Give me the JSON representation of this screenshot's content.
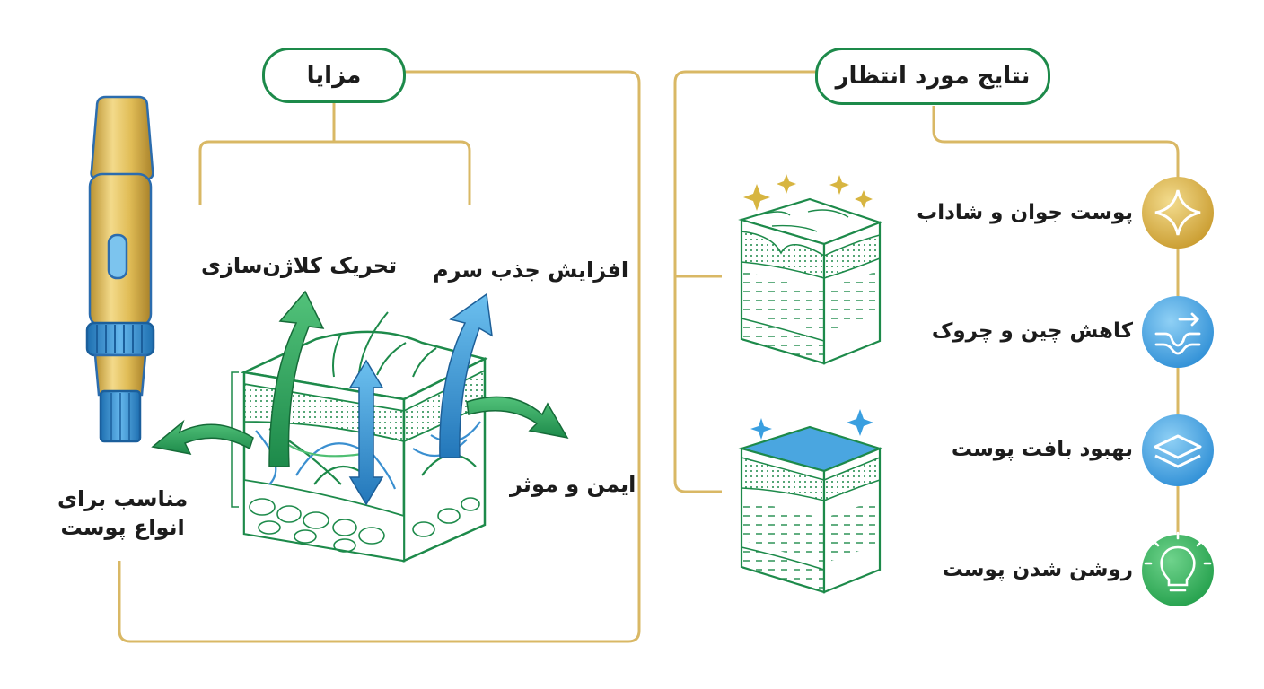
{
  "benefits": {
    "title": "مزایا",
    "items": {
      "collagen": "تحریک کلاژن‌سازی",
      "serum": "افزایش جذب سرم",
      "safe": "ایمن و موثر",
      "skin_types_line1": "مناسب برای",
      "skin_types_line2": "انواع پوست"
    }
  },
  "results": {
    "title": "نتایج مورد انتظار",
    "items": [
      {
        "label": "پوست جوان و شاداب",
        "icon": "sparkle-icon",
        "color": "#d7b541"
      },
      {
        "label": "کاهش چین و چروک",
        "icon": "wrinkle-smooth-icon",
        "color": "#3e9fdc"
      },
      {
        "label": "بهبود بافت پوست",
        "icon": "layers-icon",
        "color": "#3e9fdc"
      },
      {
        "label": "روشن شدن پوست",
        "icon": "lightbulb-icon",
        "color": "#2eaa55"
      }
    ]
  },
  "colors": {
    "gold": "#d9b865",
    "green": "#1d8a4a",
    "blue": "#3a8fd0"
  }
}
